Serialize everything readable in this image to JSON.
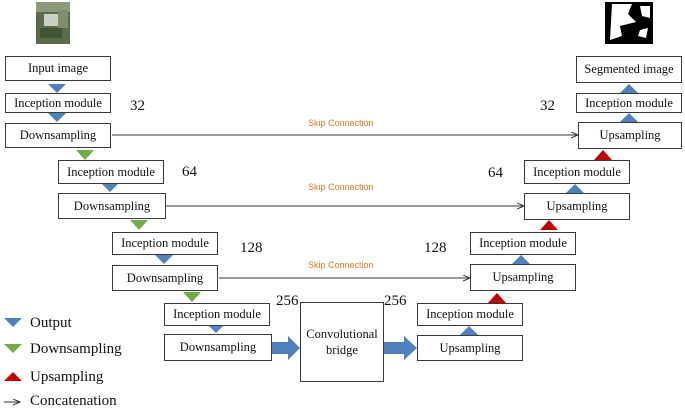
{
  "encoder": {
    "input_label": "Input image",
    "inception_label": "Inception module",
    "downsampling_label": "Downsampling"
  },
  "decoder": {
    "output_label": "Segmented image",
    "inception_label": "Inception module",
    "upsampling_label": "Upsampling"
  },
  "bridge": {
    "line1": "Convolutional",
    "line2": "bridge"
  },
  "levels": [
    {
      "filters": "32",
      "skip_label": "Skip Connection"
    },
    {
      "filters": "64",
      "skip_label": "Skip Connection"
    },
    {
      "filters": "128",
      "skip_label": "Skip Connection"
    },
    {
      "filters": "256"
    }
  ],
  "legend": {
    "output": "Output",
    "downsampling": "Downsampling",
    "upsampling": "Upsampling",
    "concatenation": "Concatenation"
  },
  "colors": {
    "output_arrow": "#4f81bd",
    "downsampling_arrow": "#70ad47",
    "upsampling_arrow": "#c00000",
    "skip_text": "#e07a1f"
  }
}
